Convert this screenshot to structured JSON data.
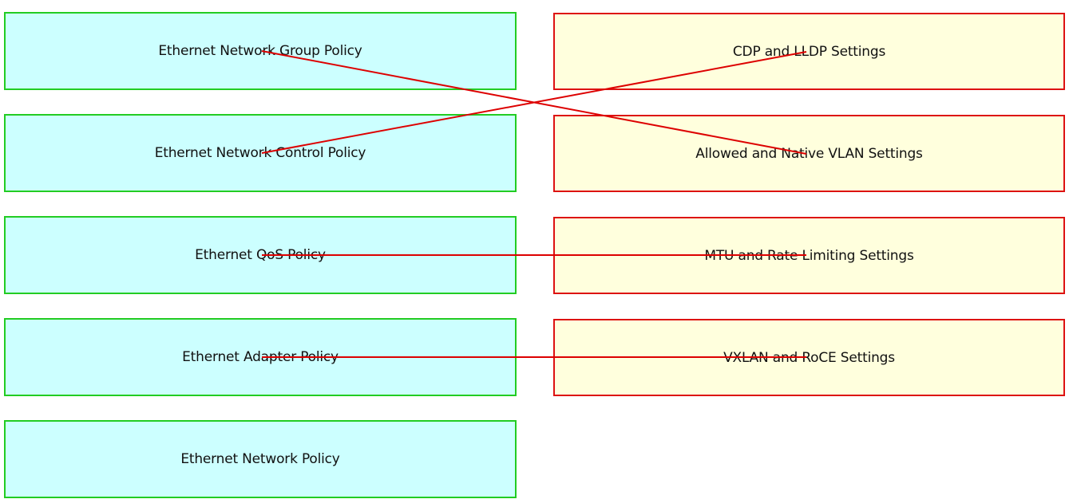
{
  "colors": {
    "left_fill": "#ccffff",
    "left_border": "#22cc22",
    "right_fill": "#ffffdd",
    "right_border": "#dd1111",
    "connector": "#dd0000"
  },
  "left_items": [
    {
      "label": "Ethernet Network Group Policy"
    },
    {
      "label": "Ethernet Network Control Policy"
    },
    {
      "label": "Ethernet QoS Policy"
    },
    {
      "label": "Ethernet Adapter Policy"
    },
    {
      "label": "Ethernet Network Policy"
    }
  ],
  "right_items": [
    {
      "label": "CDP and LLDP Settings"
    },
    {
      "label": "Allowed and Native VLAN Settings"
    },
    {
      "label": "MTU and Rate Limiting Settings"
    },
    {
      "label": "VXLAN and RoCE Settings"
    }
  ],
  "connections": [
    {
      "from": "Ethernet Network Group Policy",
      "to": "Allowed and Native VLAN Settings"
    },
    {
      "from": "Ethernet Network Control Policy",
      "to": "CDP and LLDP Settings"
    },
    {
      "from": "Ethernet QoS Policy",
      "to": "MTU and Rate Limiting Settings"
    },
    {
      "from": "Ethernet Adapter Policy",
      "to": "VXLAN and RoCE Settings"
    }
  ]
}
